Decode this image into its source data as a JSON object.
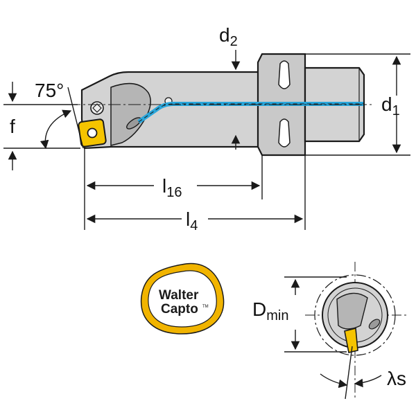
{
  "diagram": {
    "angle_label": "75°",
    "f_label": "f",
    "d2": {
      "base": "d",
      "sub": "2"
    },
    "d1": {
      "base": "d",
      "sub": "1"
    },
    "l16": {
      "base": "l",
      "sub": "16"
    },
    "l4": {
      "base": "l",
      "sub": "4"
    },
    "dmin": {
      "base": "D",
      "sub": "min"
    },
    "lambda_s": "λs"
  },
  "logo": {
    "line1": "Walter",
    "line2": "Capto",
    "tm": "TM"
  },
  "colors": {
    "body_fill": "#d3d3d3",
    "outline": "#1a1a1a",
    "coolant": "#29a6db",
    "insert": "#f5c400",
    "logo_ring": "#f1b400"
  }
}
